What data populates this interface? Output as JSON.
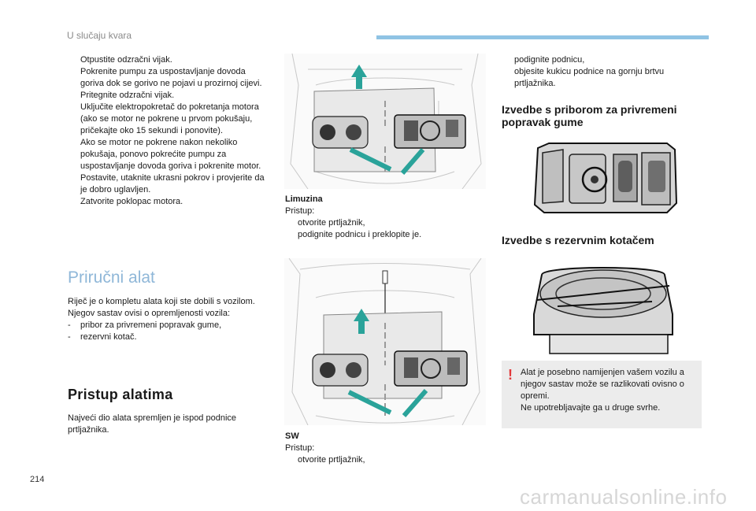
{
  "header": {
    "title": "U slučaju kvara"
  },
  "page_number": "214",
  "watermark": "carmanualsonline.info",
  "left_column": {
    "steps": [
      "Otpustite odzračni vijak.",
      "Pokrenite pumpu za uspostavljanje dovoda goriva dok se gorivo ne pojavi u prozirnoj cijevi.",
      "Pritegnite odzračni vijak.",
      "Uključite elektropokretač do pokretanja motora (ako se motor ne pokrene u prvom pokušaju, pričekajte oko 15 sekundi i ponovite).",
      "Ako se motor ne pokrene nakon nekoliko pokušaja, ponovo pokrećite pumpu za uspostavljanje dovoda goriva i pokrenite motor.",
      "Postavite, utaknite ukrasni pokrov i provjerite da je dobro uglavljen.",
      "Zatvorite poklopac motora."
    ],
    "section_title": "Priručni alat",
    "intro_line1": "Riječ je o kompletu alata koji ste dobili s vozilom.",
    "intro_line2": "Njegov sastav ovisi o opremljenosti vozila:",
    "list": [
      "pribor za privremeni popravak gume,",
      "rezervni kotač."
    ],
    "access_title": "Pristup alatima",
    "access_text": "Najveći dio alata spremljen je ispod podnice prtljažnika."
  },
  "middle_column": {
    "limuzina": {
      "label": "Limuzina",
      "pristup": "Pristup:",
      "steps": [
        "otvorite prtljažnik,",
        "podignite podnicu i preklopite je."
      ]
    },
    "sw": {
      "label": "SW",
      "pristup": "Pristup:",
      "steps": [
        "otvorite prtljažnik,"
      ]
    }
  },
  "right_column": {
    "steps": [
      "podignite podnicu,",
      "objesite kukicu podnice na gornju brtvu prtljažnika."
    ],
    "title_repair": "Izvedbe s priborom za privremeni popravak gume",
    "title_spare": "Izvedbe s rezervnim kotačem",
    "note": {
      "icon": "!",
      "text1": "Alat je posebno namijenjen vašem vozilu a njegov sastav može se razlikovati ovisno o opremi.",
      "text2": "Ne upotrebljavajte ga u druge svrhe."
    }
  },
  "bullet_glyph": "",
  "colors": {
    "accent_blue": "#8fc3e4",
    "arrow_teal": "#2aa39a",
    "warning_red": "#e2393b"
  }
}
